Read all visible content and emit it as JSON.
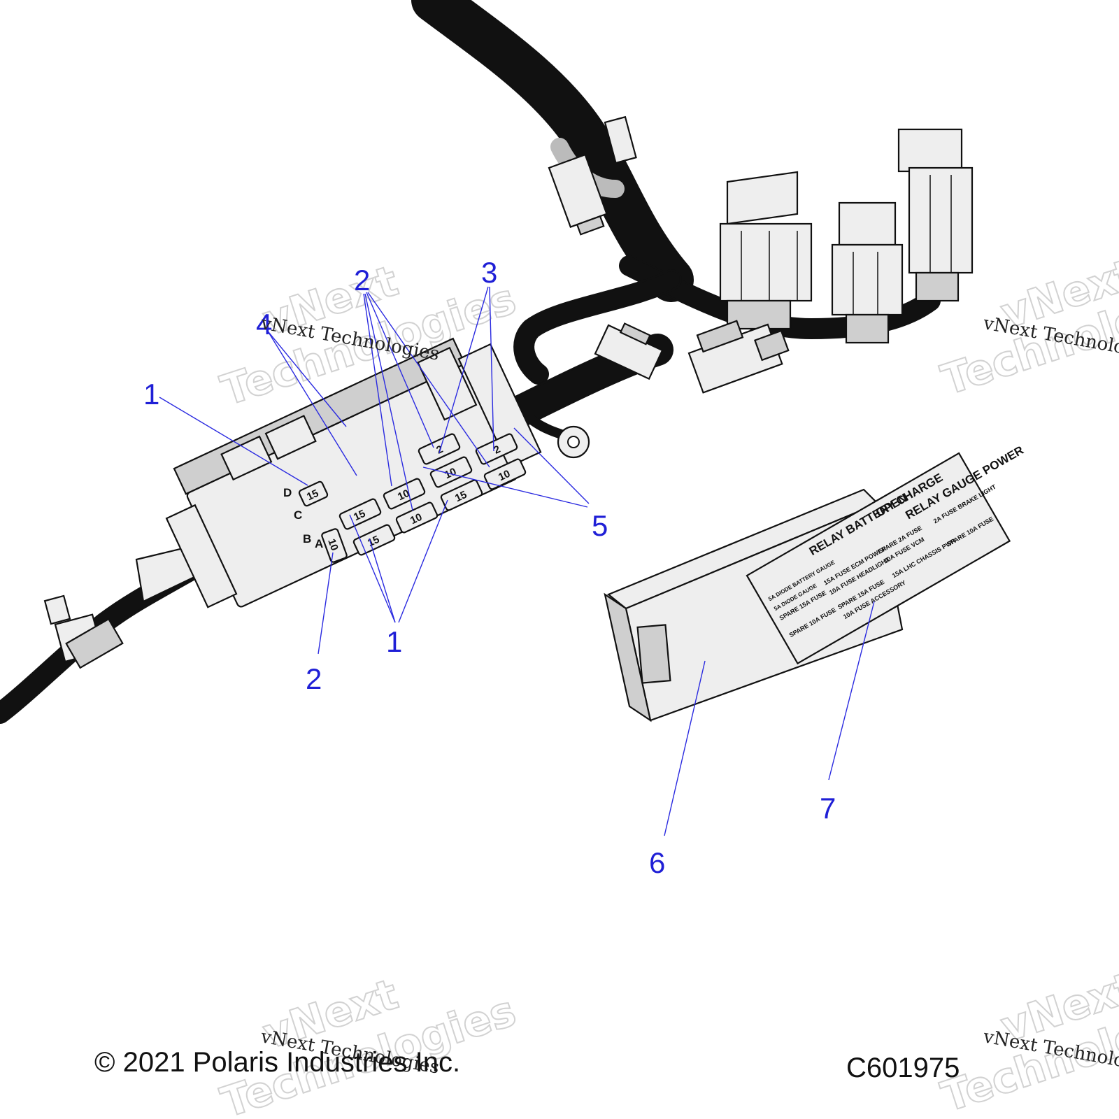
{
  "callouts": [
    {
      "id": "1",
      "text": "1"
    },
    {
      "id": "2",
      "text": "2"
    },
    {
      "id": "3",
      "text": "3"
    },
    {
      "id": "4",
      "text": "4"
    },
    {
      "id": "5",
      "text": "5"
    },
    {
      "id": "6",
      "text": "6"
    },
    {
      "id": "7",
      "text": "7"
    }
  ],
  "fuse_block": {
    "row_letters": [
      "D",
      "C",
      "B",
      "A"
    ],
    "fuse_ratings": [
      "15",
      "10",
      "15",
      "15",
      "10",
      "10",
      "15",
      "2",
      "2",
      "10",
      "10"
    ]
  },
  "cover_label": {
    "headings": [
      "RELAY BATTERY CHARGE",
      "OPEN",
      "RELAY GAUGE POWER"
    ],
    "entries": [
      "5A DIODE BATTERY GAUGE",
      "5A DIODE GAUGE",
      "SPARE 15A FUSE",
      "15A FUSE ECM POWER",
      "10A FUSE HEADLIGHT",
      "SPARE 2A FUSE",
      "10A FUSE VCM",
      "2A FUSE BRAKE LIGHT",
      "SPARE 10A FUSE",
      "SPARE 15A FUSE",
      "10A FUSE ACCESSORY",
      "15A LHC CHASSIS PWR",
      "SPARE 10A FUSE"
    ]
  },
  "watermark": {
    "text": "vNext Technologies",
    "word1": "vNext",
    "word2": "Technologies"
  },
  "footer": {
    "copyright": "© 2021 Polaris Industries Inc.",
    "figure_code": "C601975"
  }
}
